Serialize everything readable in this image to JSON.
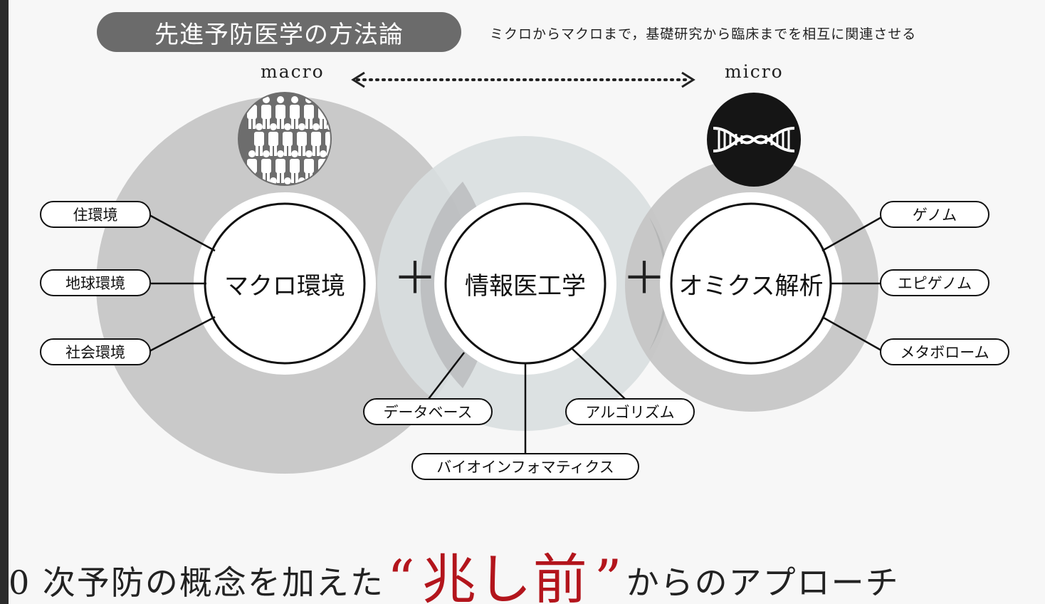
{
  "header": {
    "title": "先進予防医学の方法論",
    "subtitle": "ミクロからマクロまで，基礎研究から臨床までを相互に関連させる"
  },
  "scale": {
    "left": "macro",
    "right": "micro"
  },
  "columns": {
    "macro": {
      "title": "マクロ環境",
      "icon": "population-icon",
      "items": [
        "住環境",
        "地球環境",
        "社会環境"
      ]
    },
    "info": {
      "title": "情報医工学",
      "items": [
        "データベース",
        "バイオインフォマティクス",
        "アルゴリズム"
      ]
    },
    "omics": {
      "title": "オミクス解析",
      "icon": "dna-icon",
      "items": [
        "ゲノム",
        "エピゲノム",
        "メタボローム"
      ]
    }
  },
  "operator": "＋",
  "tagline": {
    "prefix": "0 次予防の概念を加えた",
    "open_quote": "“",
    "highlight": "兆し前",
    "close_quote": "”",
    "suffix": "からのアプローチ"
  },
  "colors": {
    "header_bg": "#6b6b6b",
    "macro_circle": "#c7c7c7",
    "info_circle": "#d9dfe0",
    "omics_circle": "#c5c5c5",
    "accent_red": "#b3151c"
  }
}
